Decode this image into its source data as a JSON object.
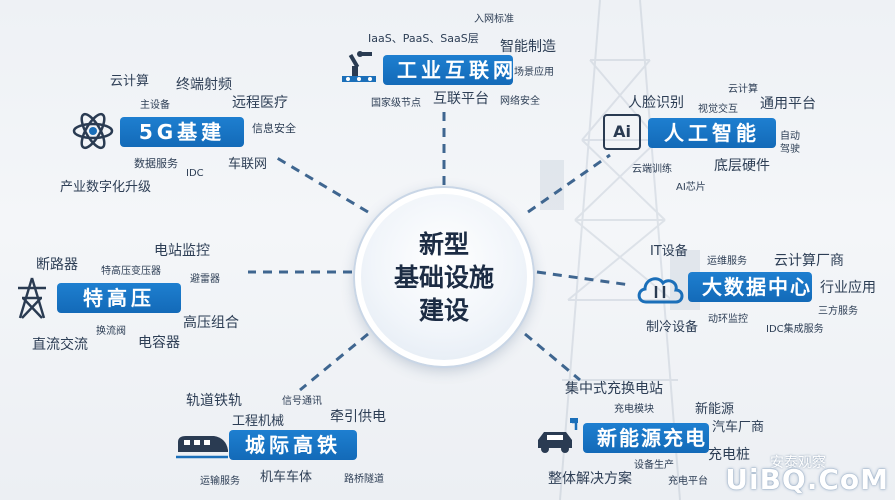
{
  "center": {
    "title": "新型\n基础设施\n建设"
  },
  "sectors": {
    "industrial_internet": {
      "label": "工业互联网",
      "keywords": [
        "入网标准",
        "IaaS、PaaS、SaaS层",
        "智能制造",
        "场景应用",
        "国家级节点",
        "互联平台",
        "网络安全"
      ]
    },
    "g5": {
      "label": "5G基建",
      "keywords": [
        "云计算",
        "终端射频",
        "主设备",
        "远程医疗",
        "信息安全",
        "数据服务",
        "车联网",
        "IDC",
        "产业数字化升级"
      ]
    },
    "ai": {
      "label": "人工智能",
      "icon_text": "Ai",
      "keywords": [
        "云计算",
        "人脸识别",
        "视觉交互",
        "通用平台",
        "自动驾驶",
        "云端训练",
        "底层硬件",
        "AI芯片"
      ]
    },
    "uhv": {
      "label": "特高压",
      "keywords": [
        "电站监控",
        "断路器",
        "特高压变压器",
        "避雷器",
        "高压组合",
        "换流阀",
        "直流交流",
        "电容器"
      ]
    },
    "big_data": {
      "label": "大数据中心",
      "keywords": [
        "IT设备",
        "运维服务",
        "云计算厂商",
        "行业应用",
        "三方服务",
        "动环监控",
        "制冷设备",
        "IDC集成服务"
      ]
    },
    "intercity_rail": {
      "label": "城际高铁",
      "keywords": [
        "轨道铁轨",
        "信号通讯",
        "工程机械",
        "牵引供电",
        "运输服务",
        "机车车体",
        "路桥隧道"
      ]
    },
    "ev_charging": {
      "label": "新能源充电",
      "keywords": [
        "集中式充换电站",
        "充电模块",
        "新能源",
        "汽车厂商",
        "充电桩",
        "设备生产",
        "整体解决方案",
        "充电平台"
      ]
    }
  },
  "watermark": {
    "main": "UiBQ.CoM",
    "sub": "安泰观察"
  },
  "colors": {
    "accent": "#136ab8",
    "text": "#2d3e55",
    "spoke": "#3f6690"
  }
}
